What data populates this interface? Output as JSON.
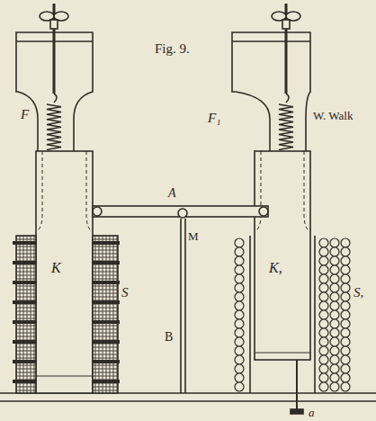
{
  "diagram": {
    "title": "Fig. 9.",
    "labels": [
      "F",
      "F₁",
      "W. Walk",
      "A",
      "M",
      "K",
      "S",
      "K,",
      "S,",
      "B",
      "a"
    ]
  }
}
